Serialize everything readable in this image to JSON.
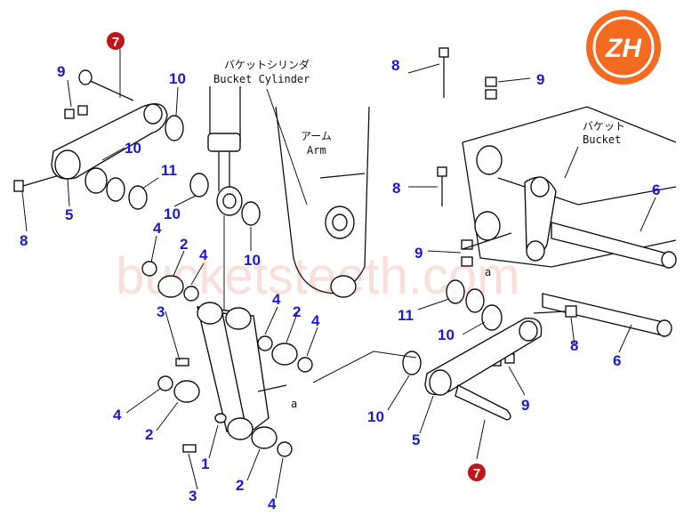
{
  "watermark": "bucketsteeth.com",
  "logo": {
    "text": "ZH",
    "color": "#f26b21"
  },
  "cylinder_label": {
    "jp": "バケットシリンダ",
    "en": "Bucket Cylinder"
  },
  "arm_label": {
    "jp": "アーム",
    "en": "Arm"
  },
  "bucket_label": {
    "jp": "バケット",
    "en": "Bucket"
  },
  "ref_letter": "a",
  "callouts": {
    "c1": "1",
    "c2a": "2",
    "c2b": "2",
    "c2c": "2",
    "c2d": "2",
    "c3a": "3",
    "c3b": "3",
    "c4a": "4",
    "c4b": "4",
    "c4c": "4",
    "c4d": "4",
    "c4e": "4",
    "c4f": "4",
    "c5a": "5",
    "c5b": "5",
    "c6a": "6",
    "c6b": "6",
    "c7a": "7",
    "c7b": "7",
    "c8a": "8",
    "c8b": "8",
    "c8c": "8",
    "c8d": "8",
    "c9a": "9",
    "c9b": "9",
    "c9c": "9",
    "c9d": "9",
    "c10a": "10",
    "c10b": "10",
    "c10c": "10",
    "c10d": "10",
    "c10e": "10",
    "c10f": "10",
    "c11a": "11",
    "c11b": "11"
  }
}
